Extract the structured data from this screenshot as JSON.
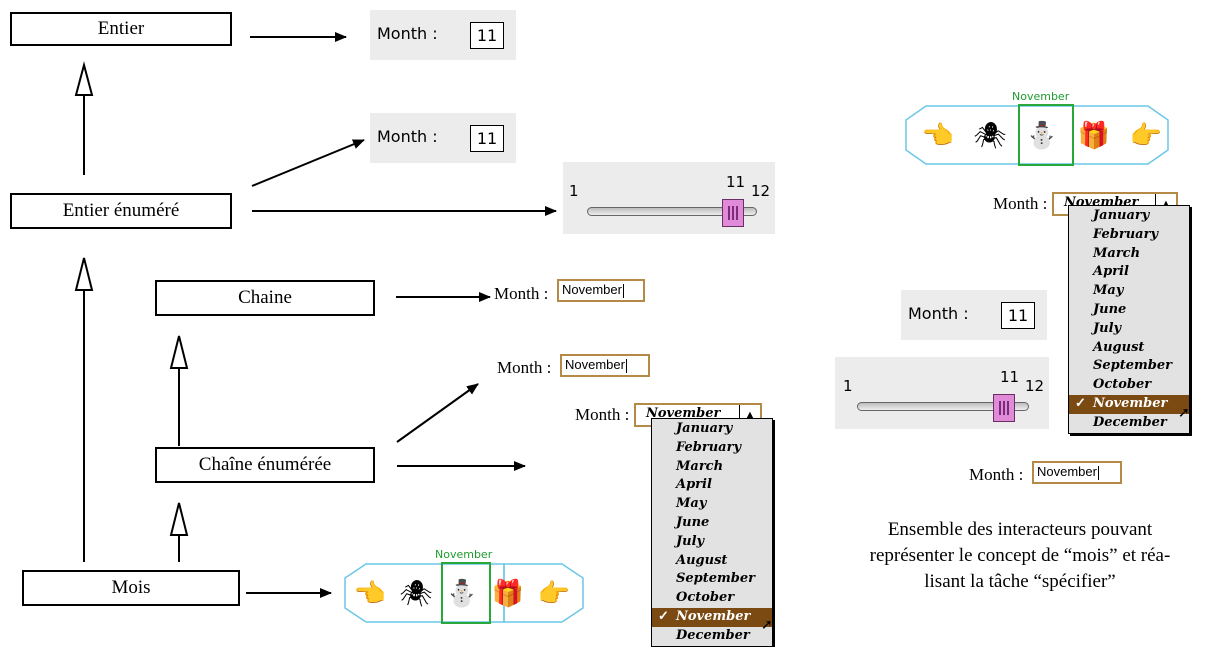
{
  "hierarchy": {
    "entier": "Entier",
    "entier_enumere": "Entier énuméré",
    "chaine": "Chaine",
    "chaine_enumeree": "Chaîne énumérée",
    "mois": "Mois"
  },
  "interactors": {
    "month_label": "Month :",
    "month_label_serif": "Month :",
    "month_value": "11",
    "text_value": "November",
    "popup_value": "November",
    "slider": {
      "min": "1",
      "value": "11",
      "max": "12",
      "fraction": 0.909
    },
    "months": [
      "January",
      "February",
      "March",
      "April",
      "May",
      "June",
      "July",
      "August",
      "September",
      "October",
      "November",
      "December"
    ],
    "selected_month": "November",
    "strip_title": "November",
    "strip_icons": [
      "pointing-hand-left-icon",
      "spider-icon",
      "snowman-icon",
      "gift-icon",
      "pointing-hand-right-icon"
    ]
  },
  "caption": {
    "line1": "Ensemble des interacteurs pouvant",
    "line2": "représenter le concept de “mois” et réa-",
    "line3": "lisant la tâche “spécifier”"
  },
  "colors": {
    "field_border": "#b58a46",
    "selection": "#7a4a12",
    "strip_outline": "#6ac7e6",
    "strip_selection": "#28a83b",
    "slider_thumb": "#e08ad8"
  }
}
